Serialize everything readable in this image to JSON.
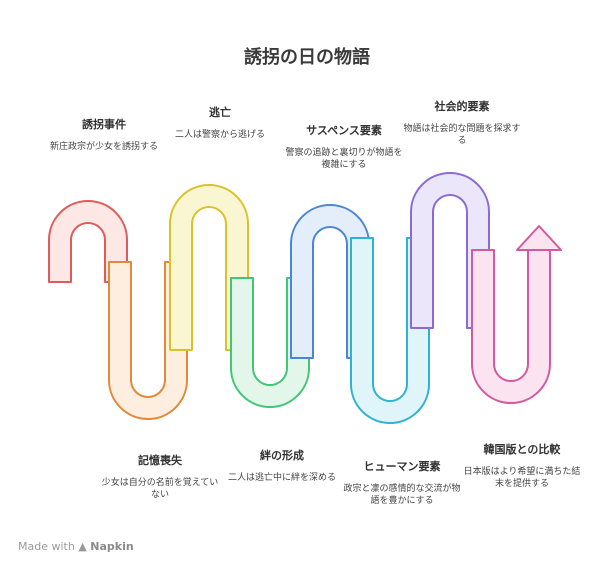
{
  "title": "誘拐の日の物語",
  "steps": [
    {
      "heading": "誘拐事件",
      "description": "新庄政宗が少女を誘拐する",
      "color": "#e05a58",
      "fill": "#fde8e6"
    },
    {
      "heading": "記憶喪失",
      "description": "少女は自分の名前を覚えていない",
      "color": "#e08a3a",
      "fill": "#fdeee0"
    },
    {
      "heading": "逃亡",
      "description": "二人は警察から逃げる",
      "color": "#d9c22a",
      "fill": "#fbf6d2"
    },
    {
      "heading": "絆の形成",
      "description": "二人は逃亡中に絆を深める",
      "color": "#42c576",
      "fill": "#e2f7ea"
    },
    {
      "heading": "サスペンス要素",
      "description": "警察の追跡と裏切りが物語を複雑にする",
      "color": "#4a86d6",
      "fill": "#e4eefb"
    },
    {
      "heading": "ヒューマン要素",
      "description": "政宗と凜の感情的な交流が物語を豊かにする",
      "color": "#2fb2d2",
      "fill": "#e0f5fa"
    },
    {
      "heading": "社会的要素",
      "description": "物語は社会的な問題を探求する",
      "color": "#8a6ad6",
      "fill": "#ece6fa"
    },
    {
      "heading": "韓国版との比較",
      "description": "日本版はより希望に満ちた結末を提供する",
      "color": "#d6589e",
      "fill": "#fbe4f0"
    }
  ],
  "footer": {
    "prefix": "Made with",
    "brand": "Napkin"
  }
}
